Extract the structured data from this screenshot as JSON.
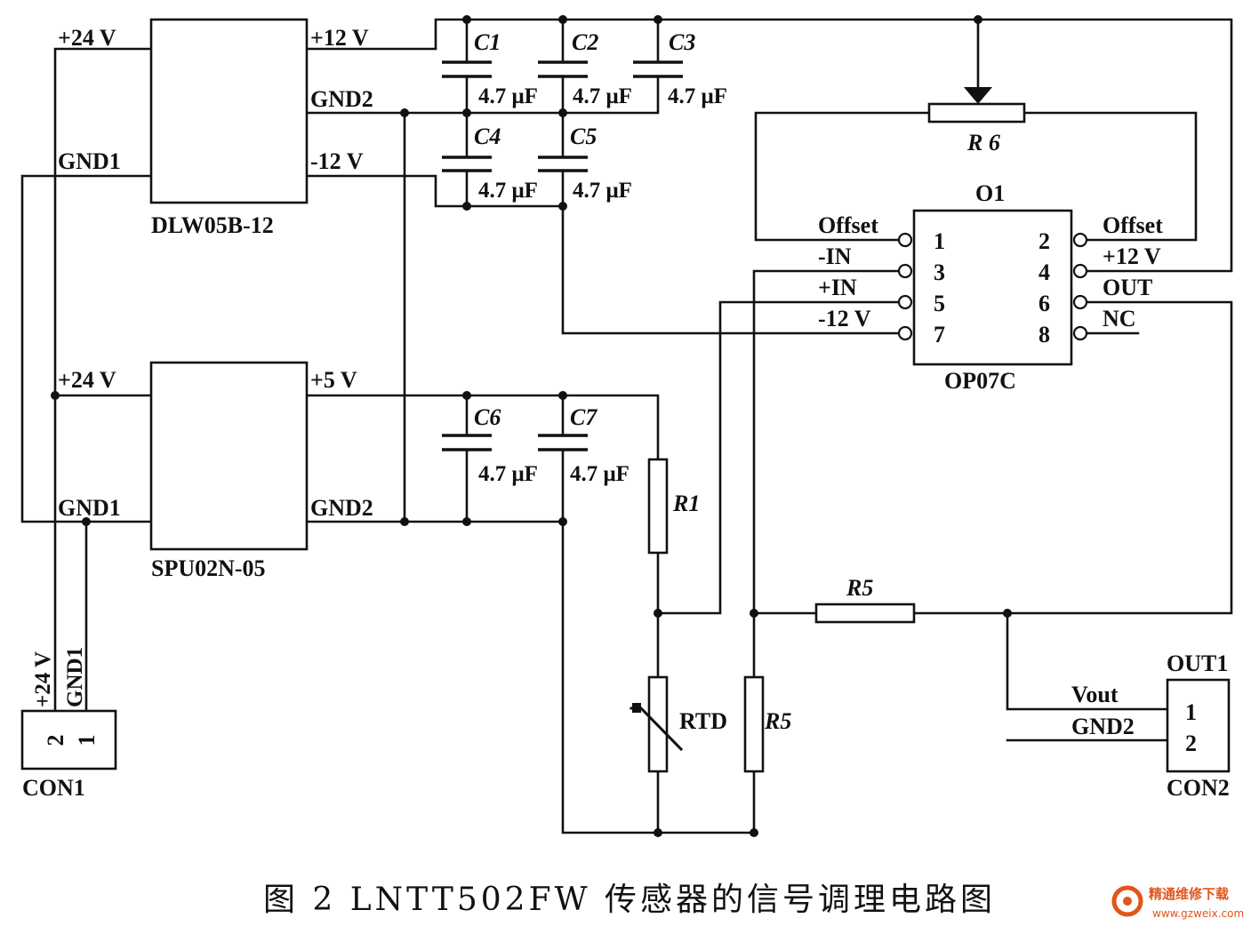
{
  "modules": {
    "dlw": {
      "part": "DLW05B-12",
      "in_pos": "+24 V",
      "in_gnd": "GND1",
      "out_pos": "+12 V",
      "out_com": "GND2",
      "out_neg": "-12 V"
    },
    "spu": {
      "part": "SPU02N-05",
      "in_pos": "+24 V",
      "in_gnd": "GND1",
      "out_pos": "+5 V",
      "out_com": "GND2"
    }
  },
  "capacitors": [
    {
      "ref": "C1",
      "value": "4.7 μF"
    },
    {
      "ref": "C2",
      "value": "4.7 μF"
    },
    {
      "ref": "C3",
      "value": "4.7 μF"
    },
    {
      "ref": "C4",
      "value": "4.7 μF"
    },
    {
      "ref": "C5",
      "value": "4.7 μF"
    },
    {
      "ref": "C6",
      "value": "4.7 μF"
    },
    {
      "ref": "C7",
      "value": "4.7 μF"
    }
  ],
  "resistors": {
    "r1": "R1",
    "r5_horizontal": "R5",
    "r5_vertical": "R5",
    "r6": "R 6",
    "rtd": "RTD"
  },
  "opamp": {
    "ref": "O1",
    "part": "OP07C",
    "pins": [
      {
        "num": "1",
        "signal": "Offset"
      },
      {
        "num": "2",
        "signal": "Offset"
      },
      {
        "num": "3",
        "signal": "-IN"
      },
      {
        "num": "4",
        "signal": "+12 V"
      },
      {
        "num": "5",
        "signal": "+IN"
      },
      {
        "num": "6",
        "signal": "OUT"
      },
      {
        "num": "7",
        "signal": "-12 V"
      },
      {
        "num": "8",
        "signal": "NC"
      }
    ]
  },
  "con1": {
    "ref": "CON1",
    "pin2_num": "2",
    "pin1_num": "1",
    "pin2_net": "+24 V",
    "pin1_net": "GND1"
  },
  "con2": {
    "ref": "CON2",
    "label": "OUT1",
    "pin1_num": "1",
    "pin2_num": "2",
    "pin1_net": "Vout",
    "pin2_net": "GND2"
  },
  "caption": "图 2 LNTT502FW 传感器的信号调理电路图",
  "watermark": {
    "name": "精通维修下载",
    "url": "www.gzweix.com"
  },
  "colors": {
    "ink": "#111111",
    "background": "#ffffff",
    "watermark": "#e0561b"
  }
}
